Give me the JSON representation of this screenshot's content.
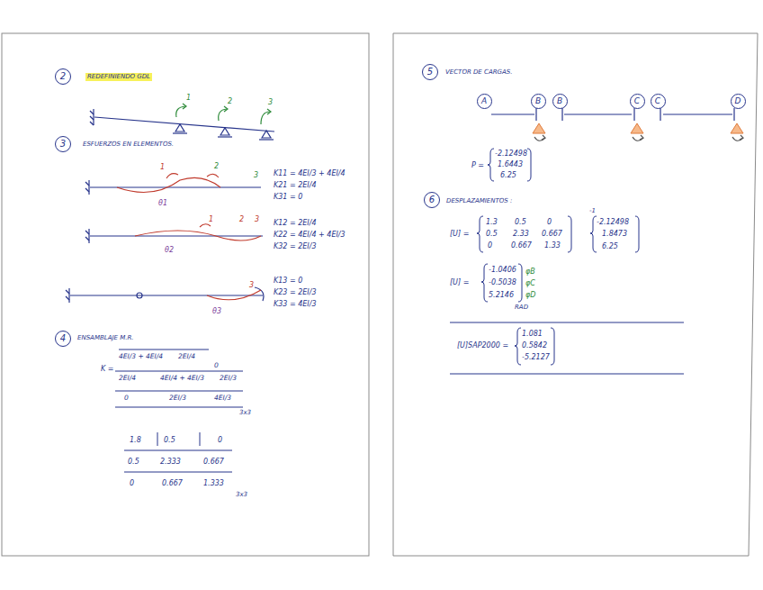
{
  "diagram": {
    "nodes": [
      {
        "text": [
          "2"
        ]
      },
      {
        "text": [
          "3"
        ]
      },
      {
        "text": [
          "4"
        ]
      },
      {
        "text": [
          "5"
        ]
      },
      {
        "text": [
          "6"
        ]
      },
      {
        "text": [
          "A"
        ]
      },
      {
        "text": [
          "B"
        ]
      },
      {
        "text": [
          "B"
        ]
      },
      {
        "text": [
          "C"
        ]
      },
      {
        "text": [
          "C"
        ]
      },
      {
        "text": [
          "D"
        ]
      }
    ],
    "labels": [
      "REDEFINIENDO GDL",
      "1",
      "2",
      "3",
      "ESFUERZOS EN ELEMENTOS.",
      "1",
      "2",
      "3",
      "θ1",
      "K11 = 4EI/3 + 4EI/4",
      "K21 = 2EI/4",
      "K31 = 0",
      "1",
      "2",
      "3",
      "θ2",
      "K12 = 2EI/4",
      "K22 = 4EI/4 + 4EI/3",
      "K32 = 2EI/3",
      "3",
      "θ3",
      "K13 = 0",
      "K23 = 2EI/3",
      "K33 = 4EI/3",
      "ENSAMBLAJE M.R.",
      "K =",
      "4EI/3 + 4EI/4",
      "2EI/4",
      "0",
      "2EI/4",
      "4EI/4 + 4EI/3",
      "2EI/3",
      "0",
      "2EI/3",
      "4EI/3",
      "3x3",
      "1.8",
      "0.5",
      "0",
      "0.5",
      "2.333",
      "0.667",
      "0",
      "0.667",
      "1.333",
      "3x3",
      "VECTOR DE CARGAS.",
      "P =",
      "-2.12498",
      "1.6443",
      "6.25",
      "DESPLAZAMIENTOS :",
      "[U] =",
      "1.3",
      "0.5",
      "0",
      "0.5",
      "2.33",
      "0.667",
      "0",
      "0.667",
      "1.33",
      "-1",
      "-2.12498",
      "1.8473",
      "6.25",
      "[U] =",
      "-1.0406",
      "-0.5038",
      "5.2146",
      "φB",
      "φC",
      "φD",
      "RAD",
      "[U]SAP2000 =",
      "1.081",
      "0.5842",
      "-5.2127"
    ]
  }
}
